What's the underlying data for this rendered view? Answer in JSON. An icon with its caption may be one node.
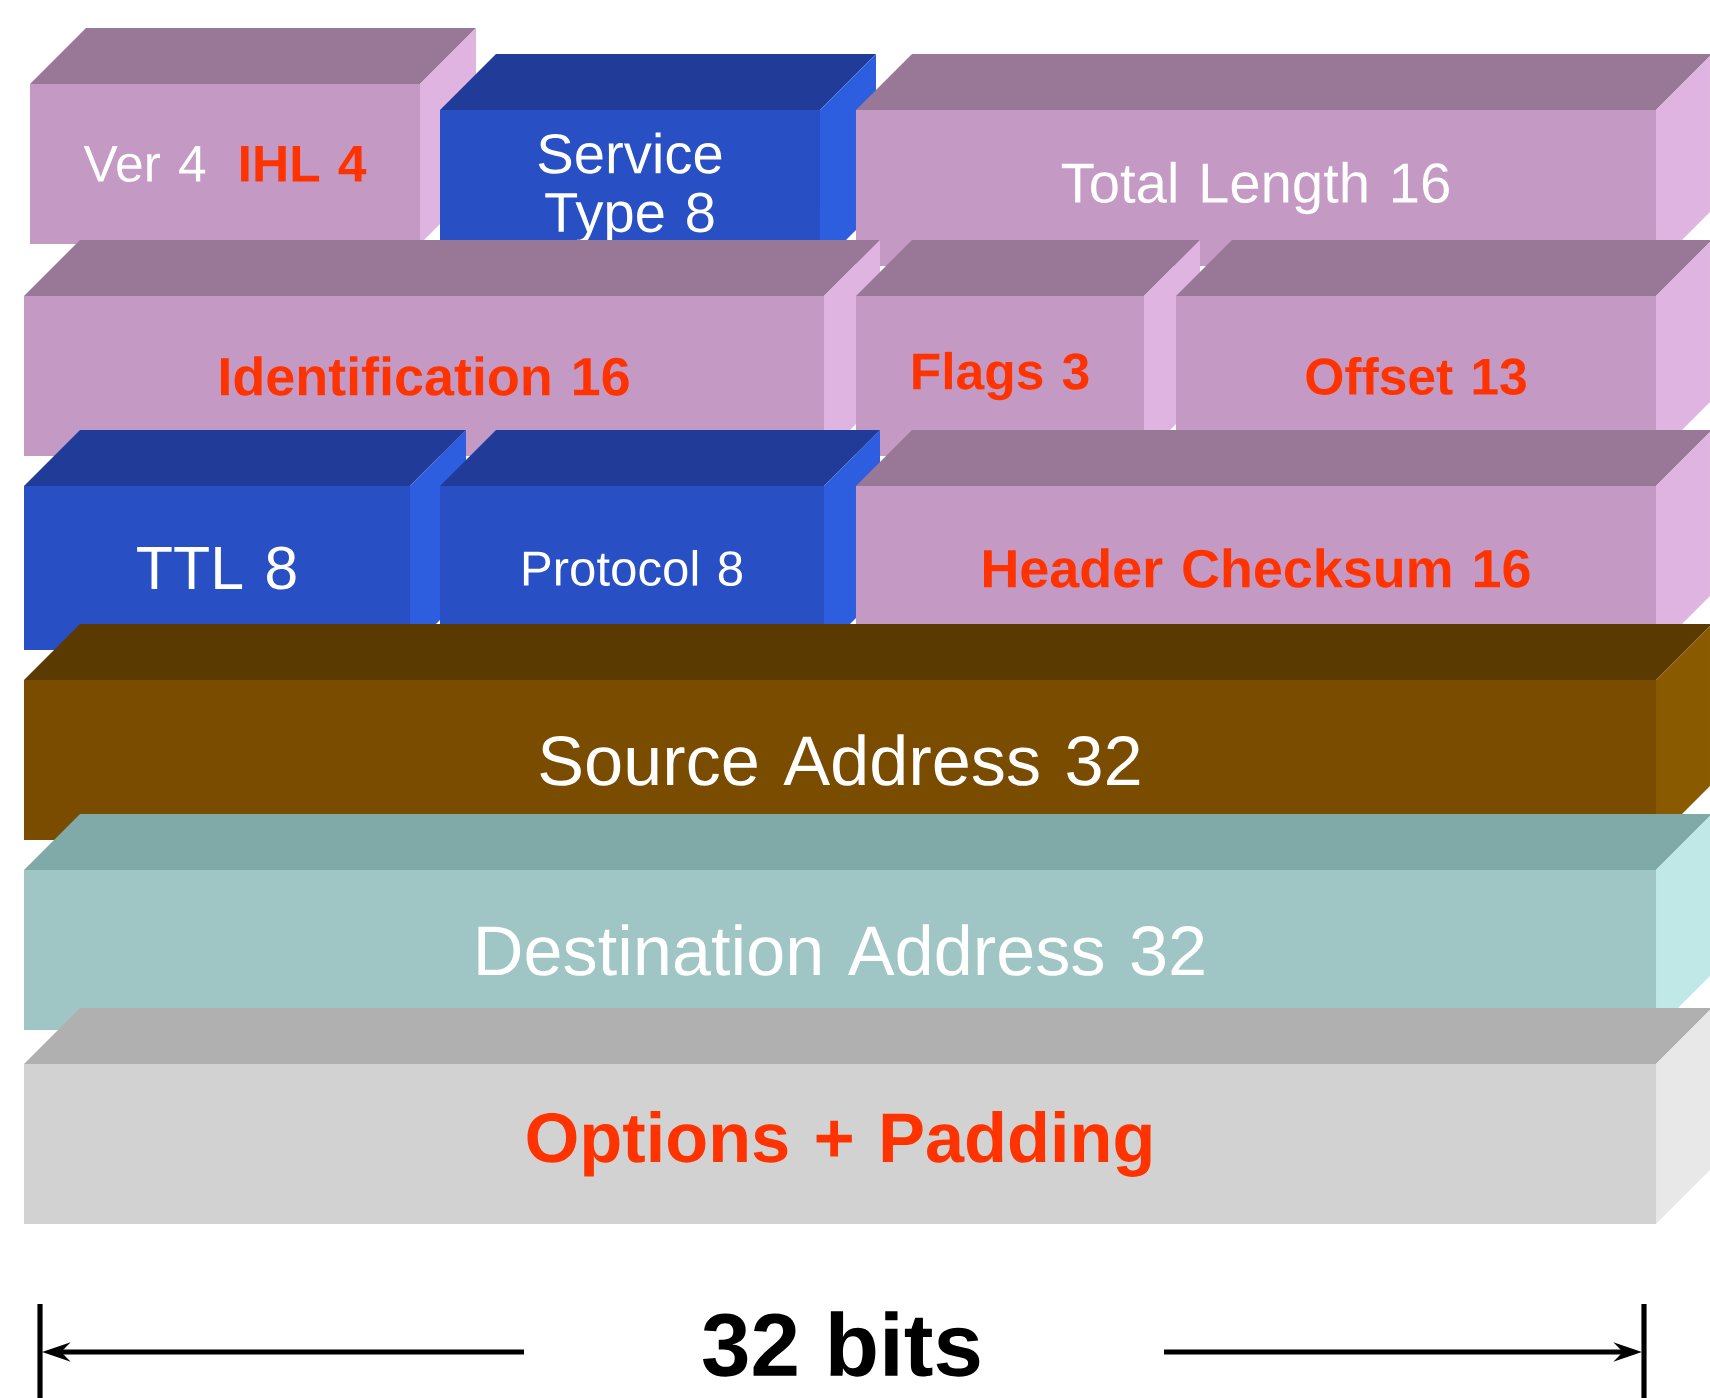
{
  "diagram": {
    "nodes": [
      {
        "text": [
          "Ver 4",
          "IHL 4"
        ]
      },
      {
        "text": [
          "Service Type 8"
        ]
      },
      {
        "text": [
          "Total Length 16"
        ]
      },
      {
        "text": [
          "Identification 16"
        ]
      },
      {
        "text": [
          "Flags 3"
        ]
      },
      {
        "text": [
          "Offset 13"
        ]
      },
      {
        "text": [
          "TTL 8"
        ]
      },
      {
        "text": [
          "Protocol 8"
        ]
      },
      {
        "text": [
          "Header Checksum 16"
        ]
      },
      {
        "text": [
          "Source Address 32"
        ]
      },
      {
        "text": [
          "Destination Address 32"
        ]
      },
      {
        "text": [
          "Options + Padding"
        ]
      }
    ],
    "labels": [
      "32 bits"
    ]
  }
}
